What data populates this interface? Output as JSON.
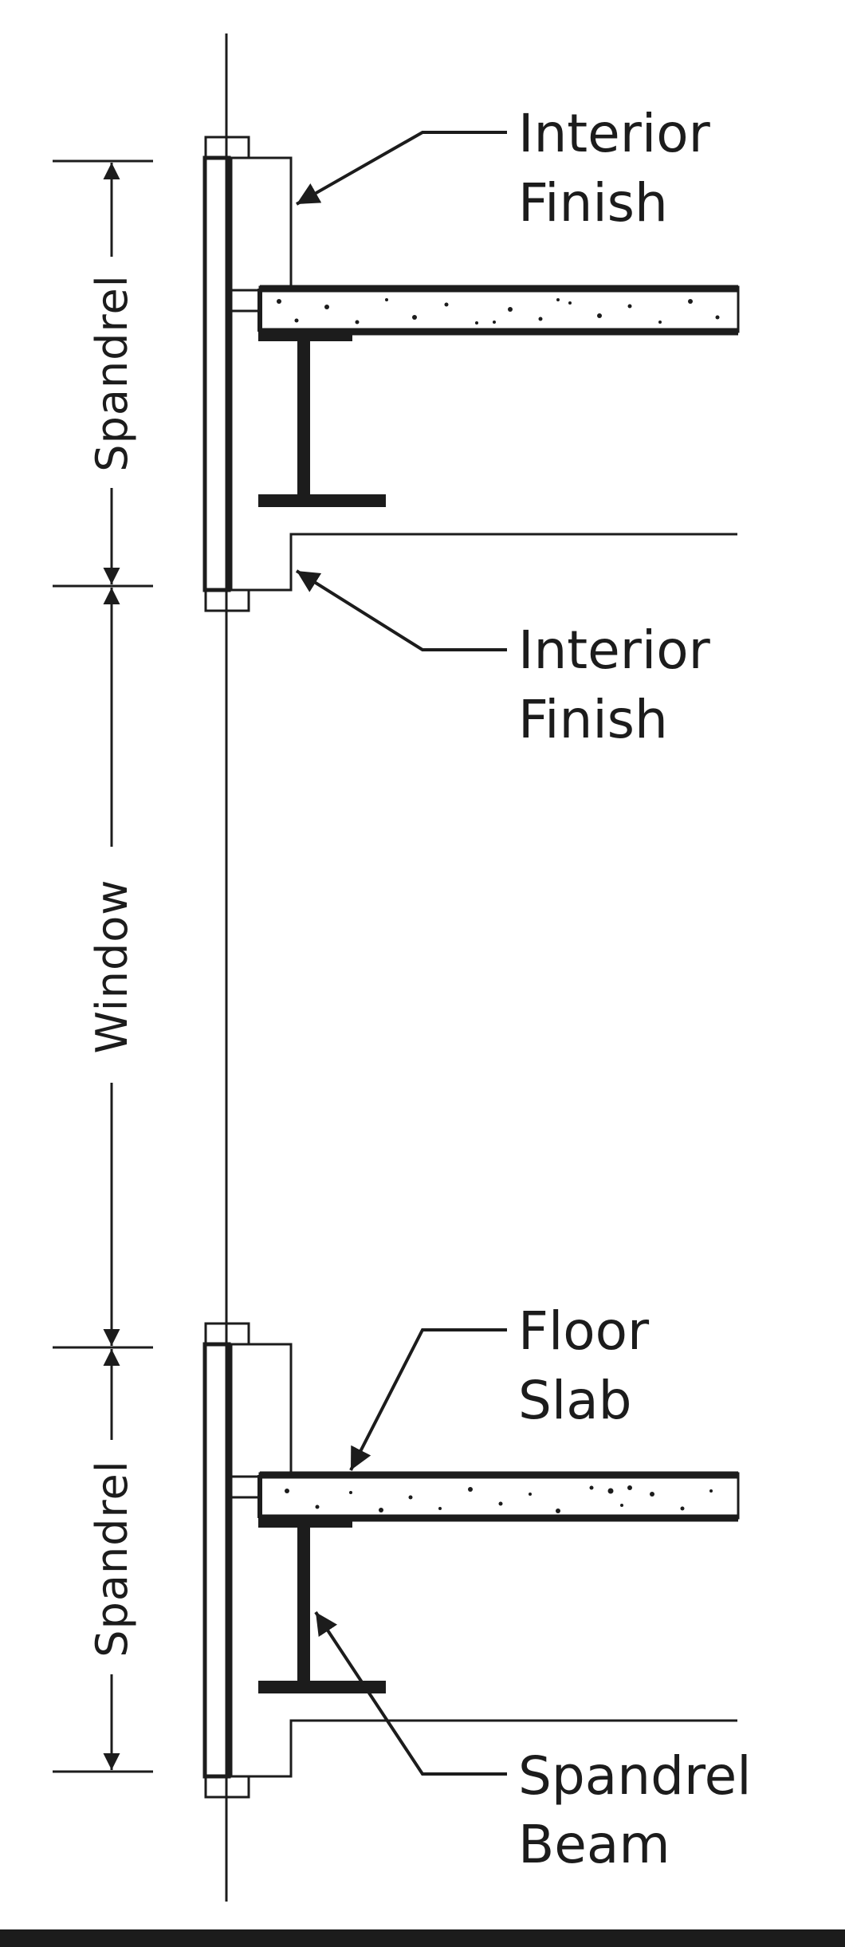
{
  "labels": {
    "interior_finish_top": [
      "Interior",
      "Finish"
    ],
    "interior_finish_mid": [
      "Interior",
      "Finish"
    ],
    "floor_slab": [
      "Floor",
      "Slab"
    ],
    "spandrel_beam": [
      "Spandrel",
      "Beam"
    ]
  },
  "dimensions": {
    "spandrel_top": "Spandrel",
    "window": "Window",
    "spandrel_bottom": "Spandrel"
  },
  "colors": {
    "ink": "#1c1c1c",
    "background": "#ffffff"
  }
}
